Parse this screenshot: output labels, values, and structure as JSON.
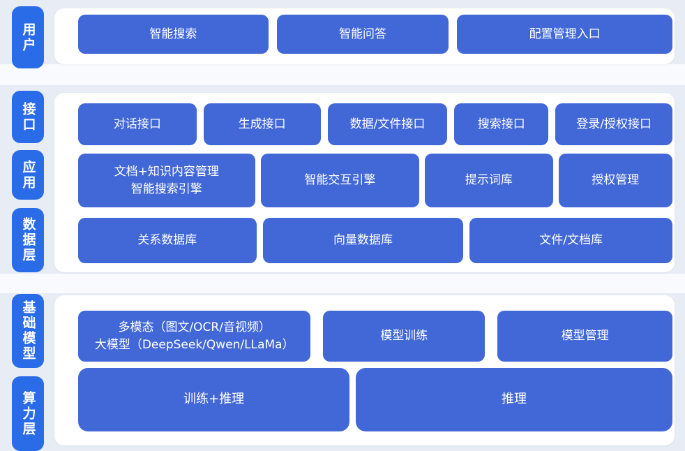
{
  "colors": {
    "page_bg": "#e8ecf5",
    "panel_bg": "#ffffff",
    "pill_blue": "#2a6ce8",
    "box_blue": "#4268d8",
    "text": "#ffffff"
  },
  "layers": {
    "user": {
      "pill": "用户",
      "boxes": [
        "智能搜索",
        "智能问答",
        "配置管理入口"
      ]
    },
    "interface": {
      "pill": "接口",
      "boxes": [
        "对话接口",
        "生成接口",
        "数据/文件接口",
        "搜索接口",
        "登录/授权接口"
      ]
    },
    "application": {
      "pill": "应用",
      "boxes": [
        "文档+知识内容管理\n智能搜索引擎",
        "智能交互引擎",
        "提示词库",
        "授权管理"
      ]
    },
    "data": {
      "pill": "数据层",
      "boxes": [
        "关系数据库",
        "向量数据库",
        "文件/文档库"
      ]
    },
    "foundation": {
      "pill": "基础模型",
      "boxes": [
        "多模态（图文/OCR/音视频）\n大模型（DeepSeek/Qwen/LLaMa）",
        "模型训练",
        "模型管理"
      ]
    },
    "compute": {
      "pill": "算力层",
      "boxes": [
        "训练+推理",
        "推理"
      ]
    }
  }
}
